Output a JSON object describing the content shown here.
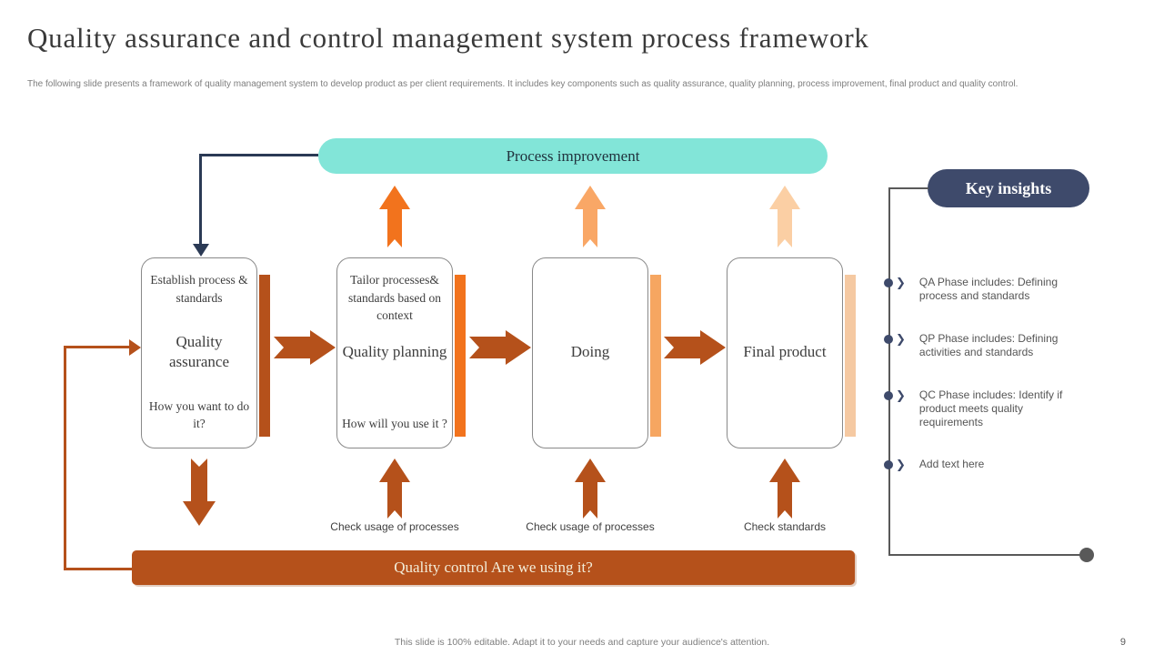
{
  "slide": {
    "title": "Quality assurance and control management system process framework",
    "subtitle": "The following slide presents a framework of quality management system to develop product as per client requirements. It includes key components such as quality assurance, quality planning, process improvement, final product and quality control.",
    "footer": "This slide is 100% editable. Adapt it to your needs and capture your audience's attention.",
    "page_number": "9"
  },
  "diagram": {
    "process_improvement_label": "Process improvement",
    "quality_control_label": "Quality control Are we using it?",
    "stages": [
      {
        "top": "Establish process & standards",
        "title": "Quality assurance",
        "bottom": "How you want to do it?"
      },
      {
        "top": "Tailor processes& standards based on context",
        "title": "Quality planning",
        "bottom": "How will you use it ?"
      },
      {
        "top": "",
        "title": "Doing",
        "bottom": ""
      },
      {
        "top": "",
        "title": "Final product",
        "bottom": ""
      }
    ],
    "check_labels": [
      "Check usage of processes",
      "Check usage of processes",
      "Check standards"
    ]
  },
  "key_insights": {
    "title": "Key insights",
    "items": [
      "QA Phase includes: Defining process and standards",
      "QP Phase includes: Defining activities and standards",
      "QC Phase includes: Identify if product meets quality requirements",
      "Add text here"
    ]
  },
  "icons": {
    "bullet_chevron": "❯"
  },
  "colors": {
    "mint": "#82e5d8",
    "navy": "#3e4a6b",
    "line_navy": "#2b3a55",
    "dark_orange": "#b5511b",
    "bright_orange": "#f2731d",
    "medium_orange": "#f9a766",
    "light_orange": "#fbcfa4",
    "bar_stage_3": "#f6a661",
    "bar_stage_4": "#f5c9a2",
    "line_gray": "#595959"
  }
}
